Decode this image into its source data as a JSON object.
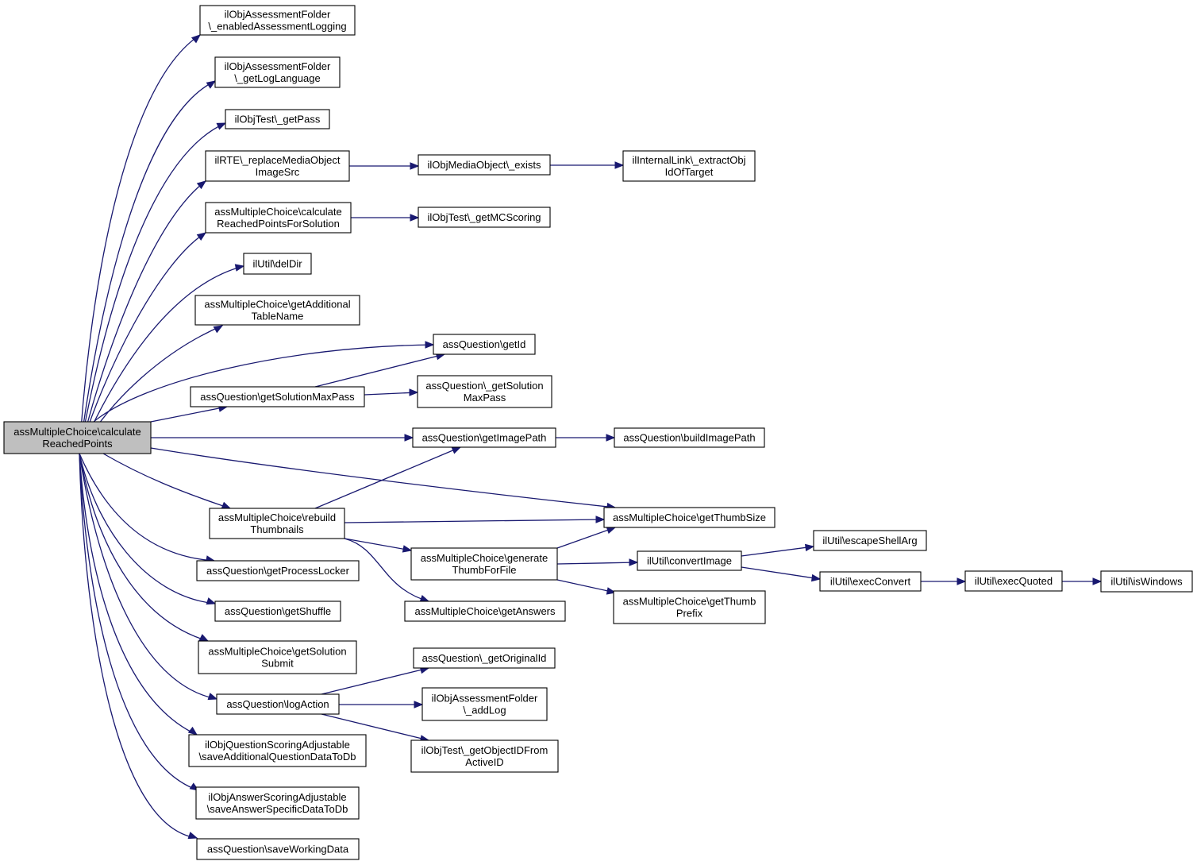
{
  "diagram": {
    "type": "call-graph",
    "colors": {
      "edge": "#191970",
      "root_fill": "#bfbfbf",
      "node_fill": "#ffffff",
      "node_stroke": "#000000"
    },
    "nodes": [
      {
        "id": "root",
        "lines": [
          "assMultipleChoice\\calculate",
          "ReachedPoints"
        ],
        "root": true
      },
      {
        "id": "enabledLogging",
        "lines": [
          "ilObjAssessmentFolder",
          "\\_enabledAssessmentLogging"
        ]
      },
      {
        "id": "getLogLanguage",
        "lines": [
          "ilObjAssessmentFolder",
          "\\_getLogLanguage"
        ]
      },
      {
        "id": "getPass",
        "lines": [
          "ilObjTest\\_getPass"
        ]
      },
      {
        "id": "replaceMedia",
        "lines": [
          "ilRTE\\_replaceMediaObject",
          "ImageSrc"
        ]
      },
      {
        "id": "mediaExists",
        "lines": [
          "ilObjMediaObject\\_exists"
        ]
      },
      {
        "id": "extractObj",
        "lines": [
          "ilInternalLink\\_extractObj",
          "IdOfTarget"
        ]
      },
      {
        "id": "calcForSolution",
        "lines": [
          "assMultipleChoice\\calculate",
          "ReachedPointsForSolution"
        ]
      },
      {
        "id": "getMCScoring",
        "lines": [
          "ilObjTest\\_getMCScoring"
        ]
      },
      {
        "id": "delDir",
        "lines": [
          "ilUtil\\delDir"
        ]
      },
      {
        "id": "getAddTable",
        "lines": [
          "assMultipleChoice\\getAdditional",
          "TableName"
        ]
      },
      {
        "id": "getId",
        "lines": [
          "assQuestion\\getId"
        ]
      },
      {
        "id": "getSolMaxPass",
        "lines": [
          "assQuestion\\getSolutionMaxPass"
        ]
      },
      {
        "id": "_getSolMaxPass",
        "lines": [
          "assQuestion\\_getSolution",
          "MaxPass"
        ]
      },
      {
        "id": "getImagePath",
        "lines": [
          "assQuestion\\getImagePath"
        ]
      },
      {
        "id": "buildImagePath",
        "lines": [
          "assQuestion\\buildImagePath"
        ]
      },
      {
        "id": "rebuildThumbs",
        "lines": [
          "assMultipleChoice\\rebuild",
          "Thumbnails"
        ]
      },
      {
        "id": "getThumbSize",
        "lines": [
          "assMultipleChoice\\getThumbSize"
        ]
      },
      {
        "id": "genThumb",
        "lines": [
          "assMultipleChoice\\generate",
          "ThumbForFile"
        ]
      },
      {
        "id": "convertImage",
        "lines": [
          "ilUtil\\convertImage"
        ]
      },
      {
        "id": "escapeShellArg",
        "lines": [
          "ilUtil\\escapeShellArg"
        ]
      },
      {
        "id": "execConvert",
        "lines": [
          "ilUtil\\execConvert"
        ]
      },
      {
        "id": "execQuoted",
        "lines": [
          "ilUtil\\execQuoted"
        ]
      },
      {
        "id": "isWindows",
        "lines": [
          "ilUtil\\isWindows"
        ]
      },
      {
        "id": "getThumbPrefix",
        "lines": [
          "assMultipleChoice\\getThumb",
          "Prefix"
        ]
      },
      {
        "id": "getAnswers",
        "lines": [
          "assMultipleChoice\\getAnswers"
        ]
      },
      {
        "id": "getProcessLocker",
        "lines": [
          "assQuestion\\getProcessLocker"
        ]
      },
      {
        "id": "getShuffle",
        "lines": [
          "assQuestion\\getShuffle"
        ]
      },
      {
        "id": "getSolSubmit",
        "lines": [
          "assMultipleChoice\\getSolution",
          "Submit"
        ]
      },
      {
        "id": "getOriginalId",
        "lines": [
          "assQuestion\\_getOriginalId"
        ]
      },
      {
        "id": "logAction",
        "lines": [
          "assQuestion\\logAction"
        ]
      },
      {
        "id": "addLog",
        "lines": [
          "ilObjAssessmentFolder",
          "\\_addLog"
        ]
      },
      {
        "id": "getObjIdFromActive",
        "lines": [
          "ilObjTest\\_getObjectIDFrom",
          "ActiveID"
        ]
      },
      {
        "id": "saveAddQData",
        "lines": [
          "ilObjQuestionScoringAdjustable",
          "\\saveAdditionalQuestionDataToDb"
        ]
      },
      {
        "id": "saveAnsData",
        "lines": [
          "ilObjAnswerScoringAdjustable",
          "\\saveAnswerSpecificDataToDb"
        ]
      },
      {
        "id": "saveWorkingData",
        "lines": [
          "assQuestion\\saveWorkingData"
        ]
      }
    ],
    "edges": [
      [
        "root",
        "enabledLogging"
      ],
      [
        "root",
        "getLogLanguage"
      ],
      [
        "root",
        "getPass"
      ],
      [
        "root",
        "replaceMedia"
      ],
      [
        "replaceMedia",
        "mediaExists"
      ],
      [
        "mediaExists",
        "extractObj"
      ],
      [
        "root",
        "calcForSolution"
      ],
      [
        "calcForSolution",
        "getMCScoring"
      ],
      [
        "root",
        "delDir"
      ],
      [
        "root",
        "getAddTable"
      ],
      [
        "root",
        "getId"
      ],
      [
        "root",
        "getSolMaxPass"
      ],
      [
        "getSolMaxPass",
        "getId"
      ],
      [
        "getSolMaxPass",
        "_getSolMaxPass"
      ],
      [
        "root",
        "getImagePath"
      ],
      [
        "getImagePath",
        "buildImagePath"
      ],
      [
        "root",
        "getThumbSize"
      ],
      [
        "root",
        "rebuildThumbs"
      ],
      [
        "rebuildThumbs",
        "getImagePath"
      ],
      [
        "rebuildThumbs",
        "getThumbSize"
      ],
      [
        "rebuildThumbs",
        "genThumb"
      ],
      [
        "rebuildThumbs",
        "getAnswers"
      ],
      [
        "genThumb",
        "getThumbSize"
      ],
      [
        "genThumb",
        "convertImage"
      ],
      [
        "genThumb",
        "getThumbPrefix"
      ],
      [
        "convertImage",
        "escapeShellArg"
      ],
      [
        "convertImage",
        "execConvert"
      ],
      [
        "execConvert",
        "execQuoted"
      ],
      [
        "execQuoted",
        "isWindows"
      ],
      [
        "root",
        "getProcessLocker"
      ],
      [
        "root",
        "getShuffle"
      ],
      [
        "root",
        "getSolSubmit"
      ],
      [
        "root",
        "logAction"
      ],
      [
        "logAction",
        "getOriginalId"
      ],
      [
        "logAction",
        "addLog"
      ],
      [
        "logAction",
        "getObjIdFromActive"
      ],
      [
        "root",
        "saveAddQData"
      ],
      [
        "root",
        "saveAnsData"
      ],
      [
        "root",
        "saveWorkingData"
      ]
    ]
  }
}
